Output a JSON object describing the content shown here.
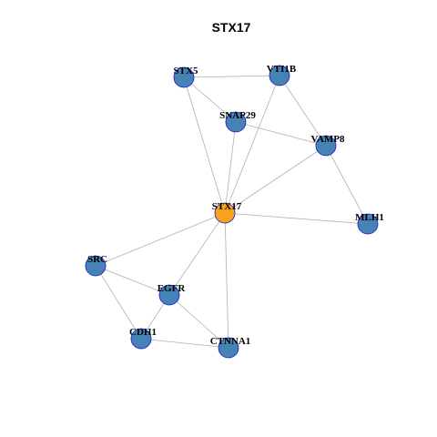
{
  "title": "STX17",
  "colors": {
    "hub": "#f5a31a",
    "node": "#4682b4",
    "node_border": "#1a1acd",
    "edge": "#b0b0b0"
  },
  "nodes": [
    {
      "id": "STX5",
      "label": "STX5",
      "hub": false
    },
    {
      "id": "VTI1B",
      "label": "VTI1B",
      "hub": false
    },
    {
      "id": "SNAP29",
      "label": "SNAP29",
      "hub": false
    },
    {
      "id": "VAMP8",
      "label": "VAMP8",
      "hub": false
    },
    {
      "id": "STX17",
      "label": "STX17",
      "hub": true
    },
    {
      "id": "MLH1",
      "label": "MLH1",
      "hub": false
    },
    {
      "id": "SRC",
      "label": "SRC",
      "hub": false
    },
    {
      "id": "EGFR",
      "label": "EGFR",
      "hub": false
    },
    {
      "id": "CDH1",
      "label": "CDH1",
      "hub": false
    },
    {
      "id": "CTNNA1",
      "label": "CTNNA1",
      "hub": false
    }
  ],
  "edges": [
    [
      "STX5",
      "VTI1B"
    ],
    [
      "STX5",
      "SNAP29"
    ],
    [
      "STX5",
      "STX17"
    ],
    [
      "VTI1B",
      "VAMP8"
    ],
    [
      "VTI1B",
      "STX17"
    ],
    [
      "SNAP29",
      "VAMP8"
    ],
    [
      "SNAP29",
      "STX17"
    ],
    [
      "VAMP8",
      "STX17"
    ],
    [
      "VAMP8",
      "MLH1"
    ],
    [
      "STX17",
      "MLH1"
    ],
    [
      "STX17",
      "SRC"
    ],
    [
      "STX17",
      "EGFR"
    ],
    [
      "STX17",
      "CTNNA1"
    ],
    [
      "SRC",
      "EGFR"
    ],
    [
      "SRC",
      "CDH1"
    ],
    [
      "EGFR",
      "CDH1"
    ],
    [
      "EGFR",
      "CTNNA1"
    ],
    [
      "CDH1",
      "CTNNA1"
    ]
  ]
}
